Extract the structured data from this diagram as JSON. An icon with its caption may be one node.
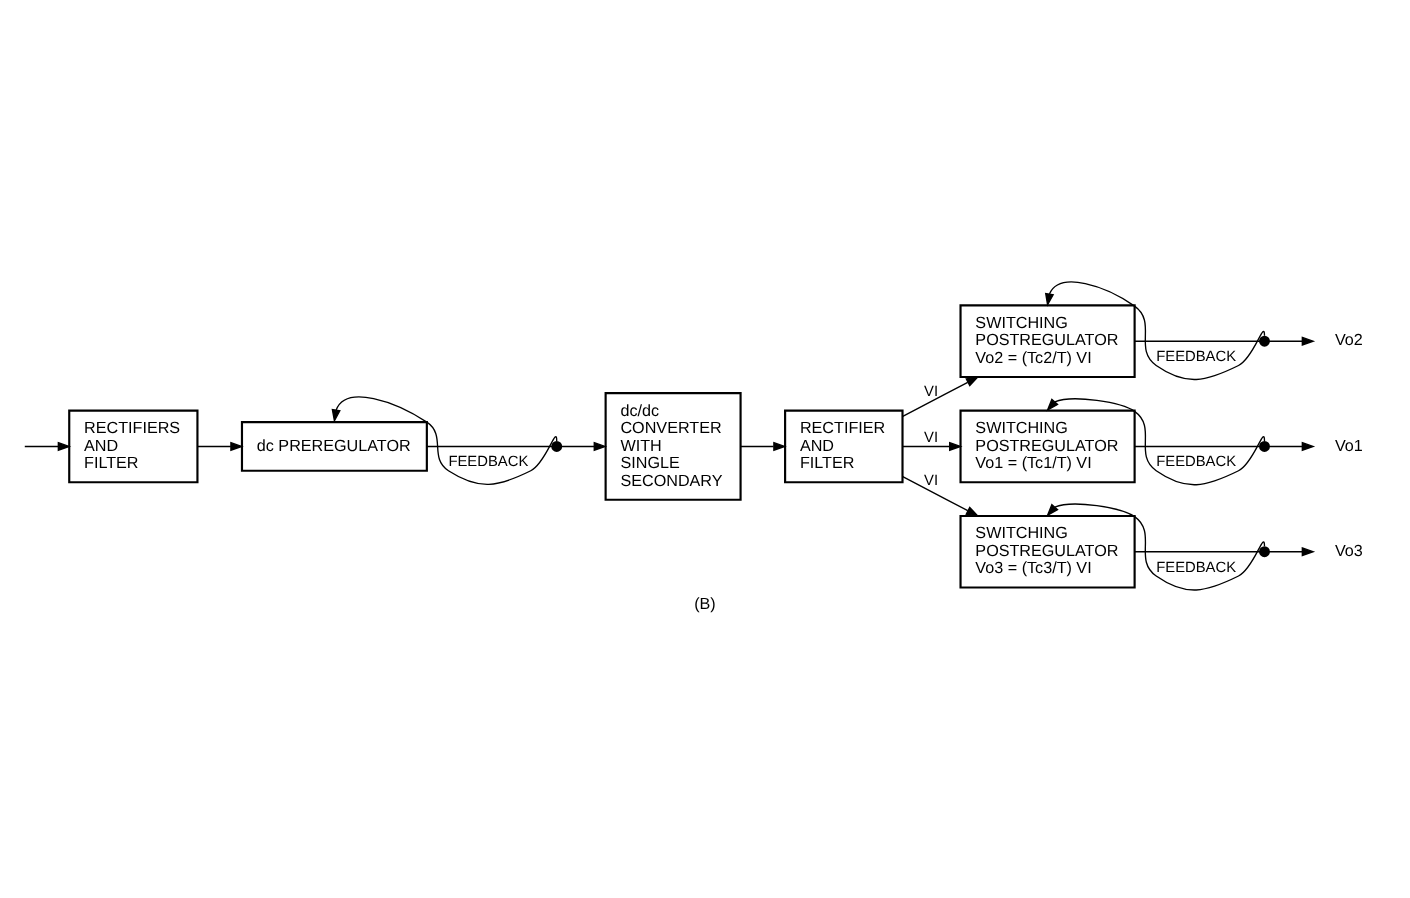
{
  "diagram": {
    "caption": "(B)",
    "nodes": [
      {
        "text": [
          "RECTIFIERS AND FILTER"
        ]
      },
      {
        "text": [
          "dc PREREGULATOR"
        ]
      },
      {
        "text": [],
        "shape": "circle"
      },
      {
        "text": [
          "dc/dc CONVERTER WITH SINGLE SECONDARY"
        ]
      },
      {
        "text": [
          "RECTIFIER AND FILTER"
        ]
      },
      {
        "text": [
          "SWITCHING POSTREGULATOR",
          "Vo2 = (Tc2/T) VI"
        ]
      },
      {
        "text": [],
        "shape": "circle"
      },
      {
        "text": [
          "Vo2"
        ]
      },
      {
        "text": [
          "SWITCHING POSTREGULATOR",
          "Vo1 = (Tc1/T) VI"
        ]
      },
      {
        "text": [],
        "shape": "circle"
      },
      {
        "text": [
          "Vo1"
        ]
      },
      {
        "text": [
          "SWITCHING POSTREGULATOR",
          "Vo3 = (Tc3/T) VI"
        ]
      },
      {
        "text": [],
        "shape": "circle"
      },
      {
        "text": [
          "Vo3"
        ]
      }
    ],
    "edges": [
      {
        "from": null,
        "to": 0,
        "arrow": "to"
      },
      {
        "from": 0,
        "to": 1,
        "arrow": "to"
      },
      {
        "from": 1,
        "to": 2,
        "arrow": "none"
      },
      {
        "from": 2,
        "to": 3,
        "arrow": "to"
      },
      {
        "from": 2,
        "to": 1,
        "arrow": "to",
        "label": "FEEDBACK"
      },
      {
        "from": 3,
        "to": 4,
        "arrow": "to"
      },
      {
        "from": 4,
        "to": 5,
        "arrow": "to",
        "label": "VI"
      },
      {
        "from": 4,
        "to": 8,
        "arrow": "to",
        "label": "VI"
      },
      {
        "from": 4,
        "to": 11,
        "arrow": "to",
        "label": "VI"
      },
      {
        "from": 5,
        "to": 6,
        "arrow": "none"
      },
      {
        "from": 6,
        "to": 7,
        "arrow": "to"
      },
      {
        "from": 6,
        "to": 5,
        "arrow": "to",
        "label": "FEEDBACK"
      },
      {
        "from": 8,
        "to": 9,
        "arrow": "none"
      },
      {
        "from": 9,
        "to": 10,
        "arrow": "to"
      },
      {
        "from": 9,
        "to": 8,
        "arrow": "to",
        "label": "FEEDBACK"
      },
      {
        "from": 11,
        "to": 12,
        "arrow": "none"
      },
      {
        "from": 12,
        "to": 13,
        "arrow": "to"
      },
      {
        "from": 12,
        "to": 11,
        "arrow": "to",
        "label": "FEEDBACK"
      }
    ]
  }
}
